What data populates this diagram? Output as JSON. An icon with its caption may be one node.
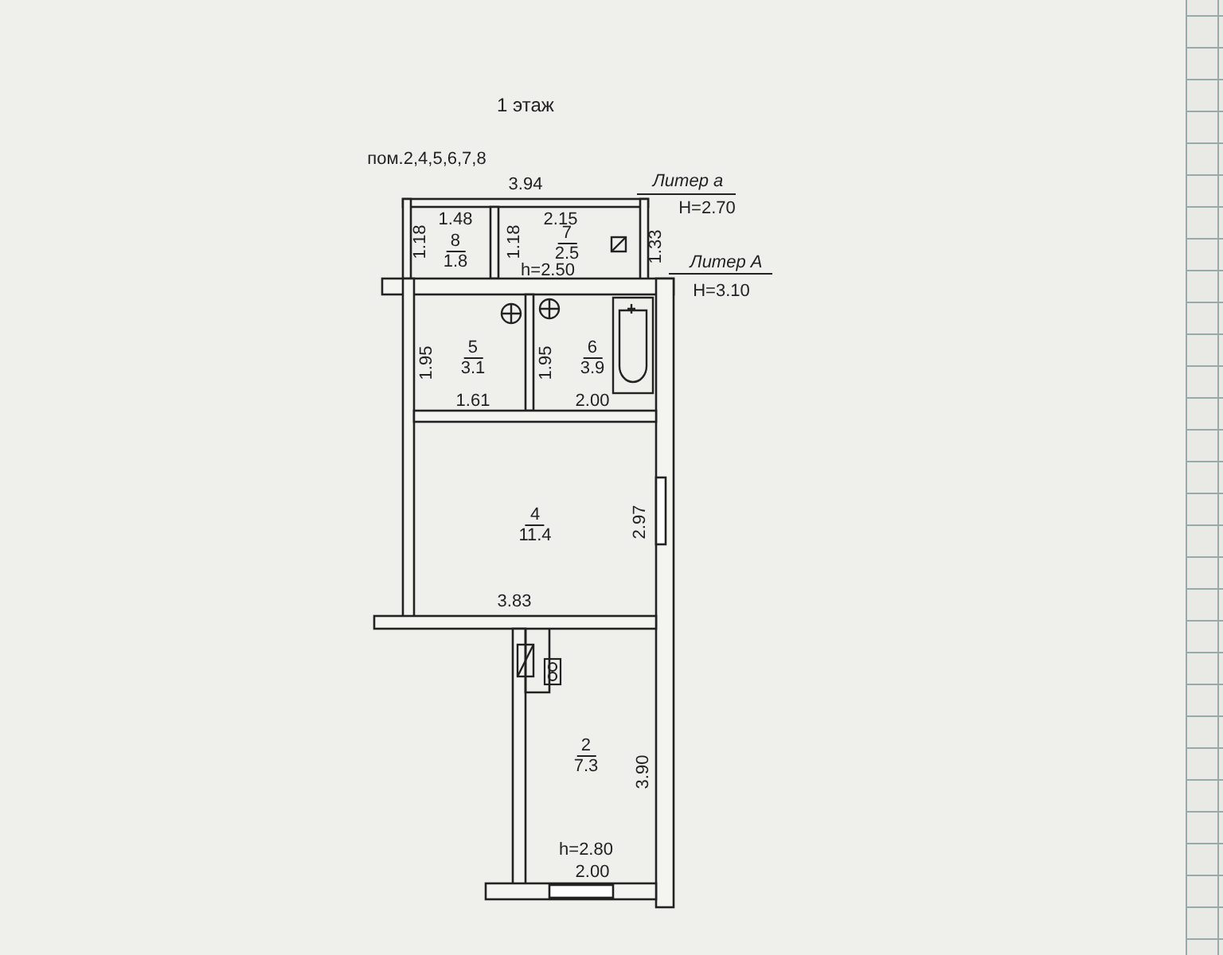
{
  "diagram": {
    "title": "1 этаж",
    "nodes": [
      {
        "text": [
          "8",
          "1.8"
        ]
      },
      {
        "text": [
          "7",
          "2.5"
        ]
      },
      {
        "text": [
          "5",
          "3.1"
        ]
      },
      {
        "text": [
          "6",
          "3.9"
        ]
      },
      {
        "text": [
          "4",
          "11.4"
        ]
      },
      {
        "text": [
          "2",
          "7.3"
        ]
      }
    ],
    "labels": [
      "пом.2,4,5,6,7,8",
      "3.94",
      "Литер а",
      "1.48",
      "2.15",
      "Н=2.70",
      "1.18",
      "1.18",
      "1.33",
      "h=2.50",
      "Литер А",
      "Н=3.10",
      "1.95",
      "1.95",
      "1.61",
      "2.00",
      "2.97",
      "3.83",
      "3.90",
      "h=2.80",
      "2.00"
    ]
  }
}
